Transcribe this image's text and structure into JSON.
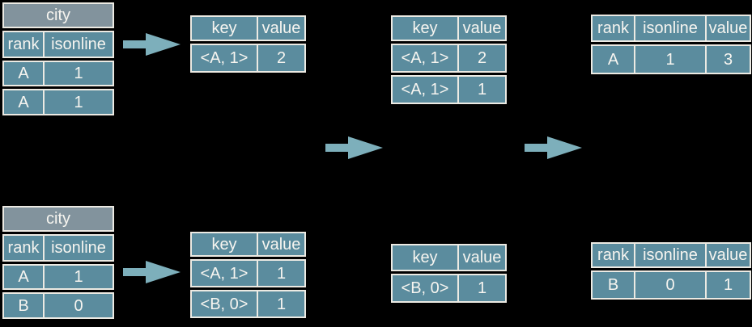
{
  "palette": {
    "background": "#000000",
    "cell": "#5b8c9e",
    "span_header": "#82939d",
    "arrow": "#7dafbb",
    "border": "#eceae3",
    "text": "#f7f5f0"
  },
  "top_flow": {
    "source_table": {
      "title": "city",
      "columns": {
        "c0": "rank",
        "c1": "isonline"
      },
      "rows": [
        [
          "A",
          "1"
        ],
        [
          "A",
          "1"
        ]
      ]
    },
    "map_table": {
      "columns": {
        "c0": "key",
        "c1": "value"
      },
      "rows": [
        [
          "<A, 1>",
          "2"
        ]
      ]
    },
    "grouped_table": {
      "columns": {
        "c0": "key",
        "c1": "value"
      },
      "rows": [
        [
          "<A, 1>",
          "2"
        ],
        [
          "<A, 1>",
          "1"
        ]
      ]
    },
    "result_table": {
      "columns": {
        "c0": "rank",
        "c1": "isonline",
        "c2": "value"
      },
      "rows": [
        [
          "A",
          "1",
          "3"
        ]
      ]
    }
  },
  "bottom_flow": {
    "source_table": {
      "title": "city",
      "columns": {
        "c0": "rank",
        "c1": "isonline"
      },
      "rows": [
        [
          "A",
          "1"
        ],
        [
          "B",
          "0"
        ]
      ]
    },
    "map_table": {
      "columns": {
        "c0": "key",
        "c1": "value"
      },
      "rows": [
        [
          "<A, 1>",
          "1"
        ],
        [
          "<B, 0>",
          "1"
        ]
      ]
    },
    "grouped_table": {
      "columns": {
        "c0": "key",
        "c1": "value"
      },
      "rows": [
        [
          "<B, 0>",
          "1"
        ]
      ]
    },
    "result_table": {
      "columns": {
        "c0": "rank",
        "c1": "isonline",
        "c2": "value"
      },
      "rows": [
        [
          "B",
          "0",
          "1"
        ]
      ]
    }
  }
}
